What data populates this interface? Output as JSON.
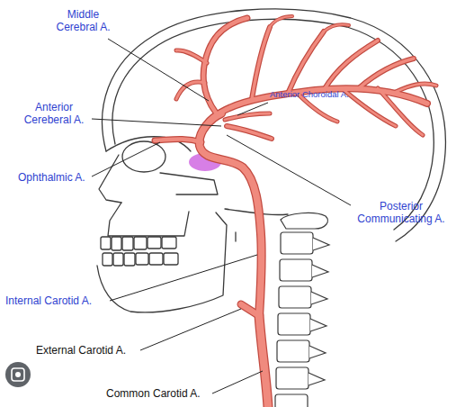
{
  "diagram": {
    "labels": [
      "Middle Cerebral A.",
      "Anterior Choroidal A.",
      "Anterior Cereberal A.",
      "Ophthalmic A.",
      "Posterior Communicating A.",
      "Internal Carotid A.",
      "External Carotid A.",
      "Common Carotid A."
    ]
  }
}
